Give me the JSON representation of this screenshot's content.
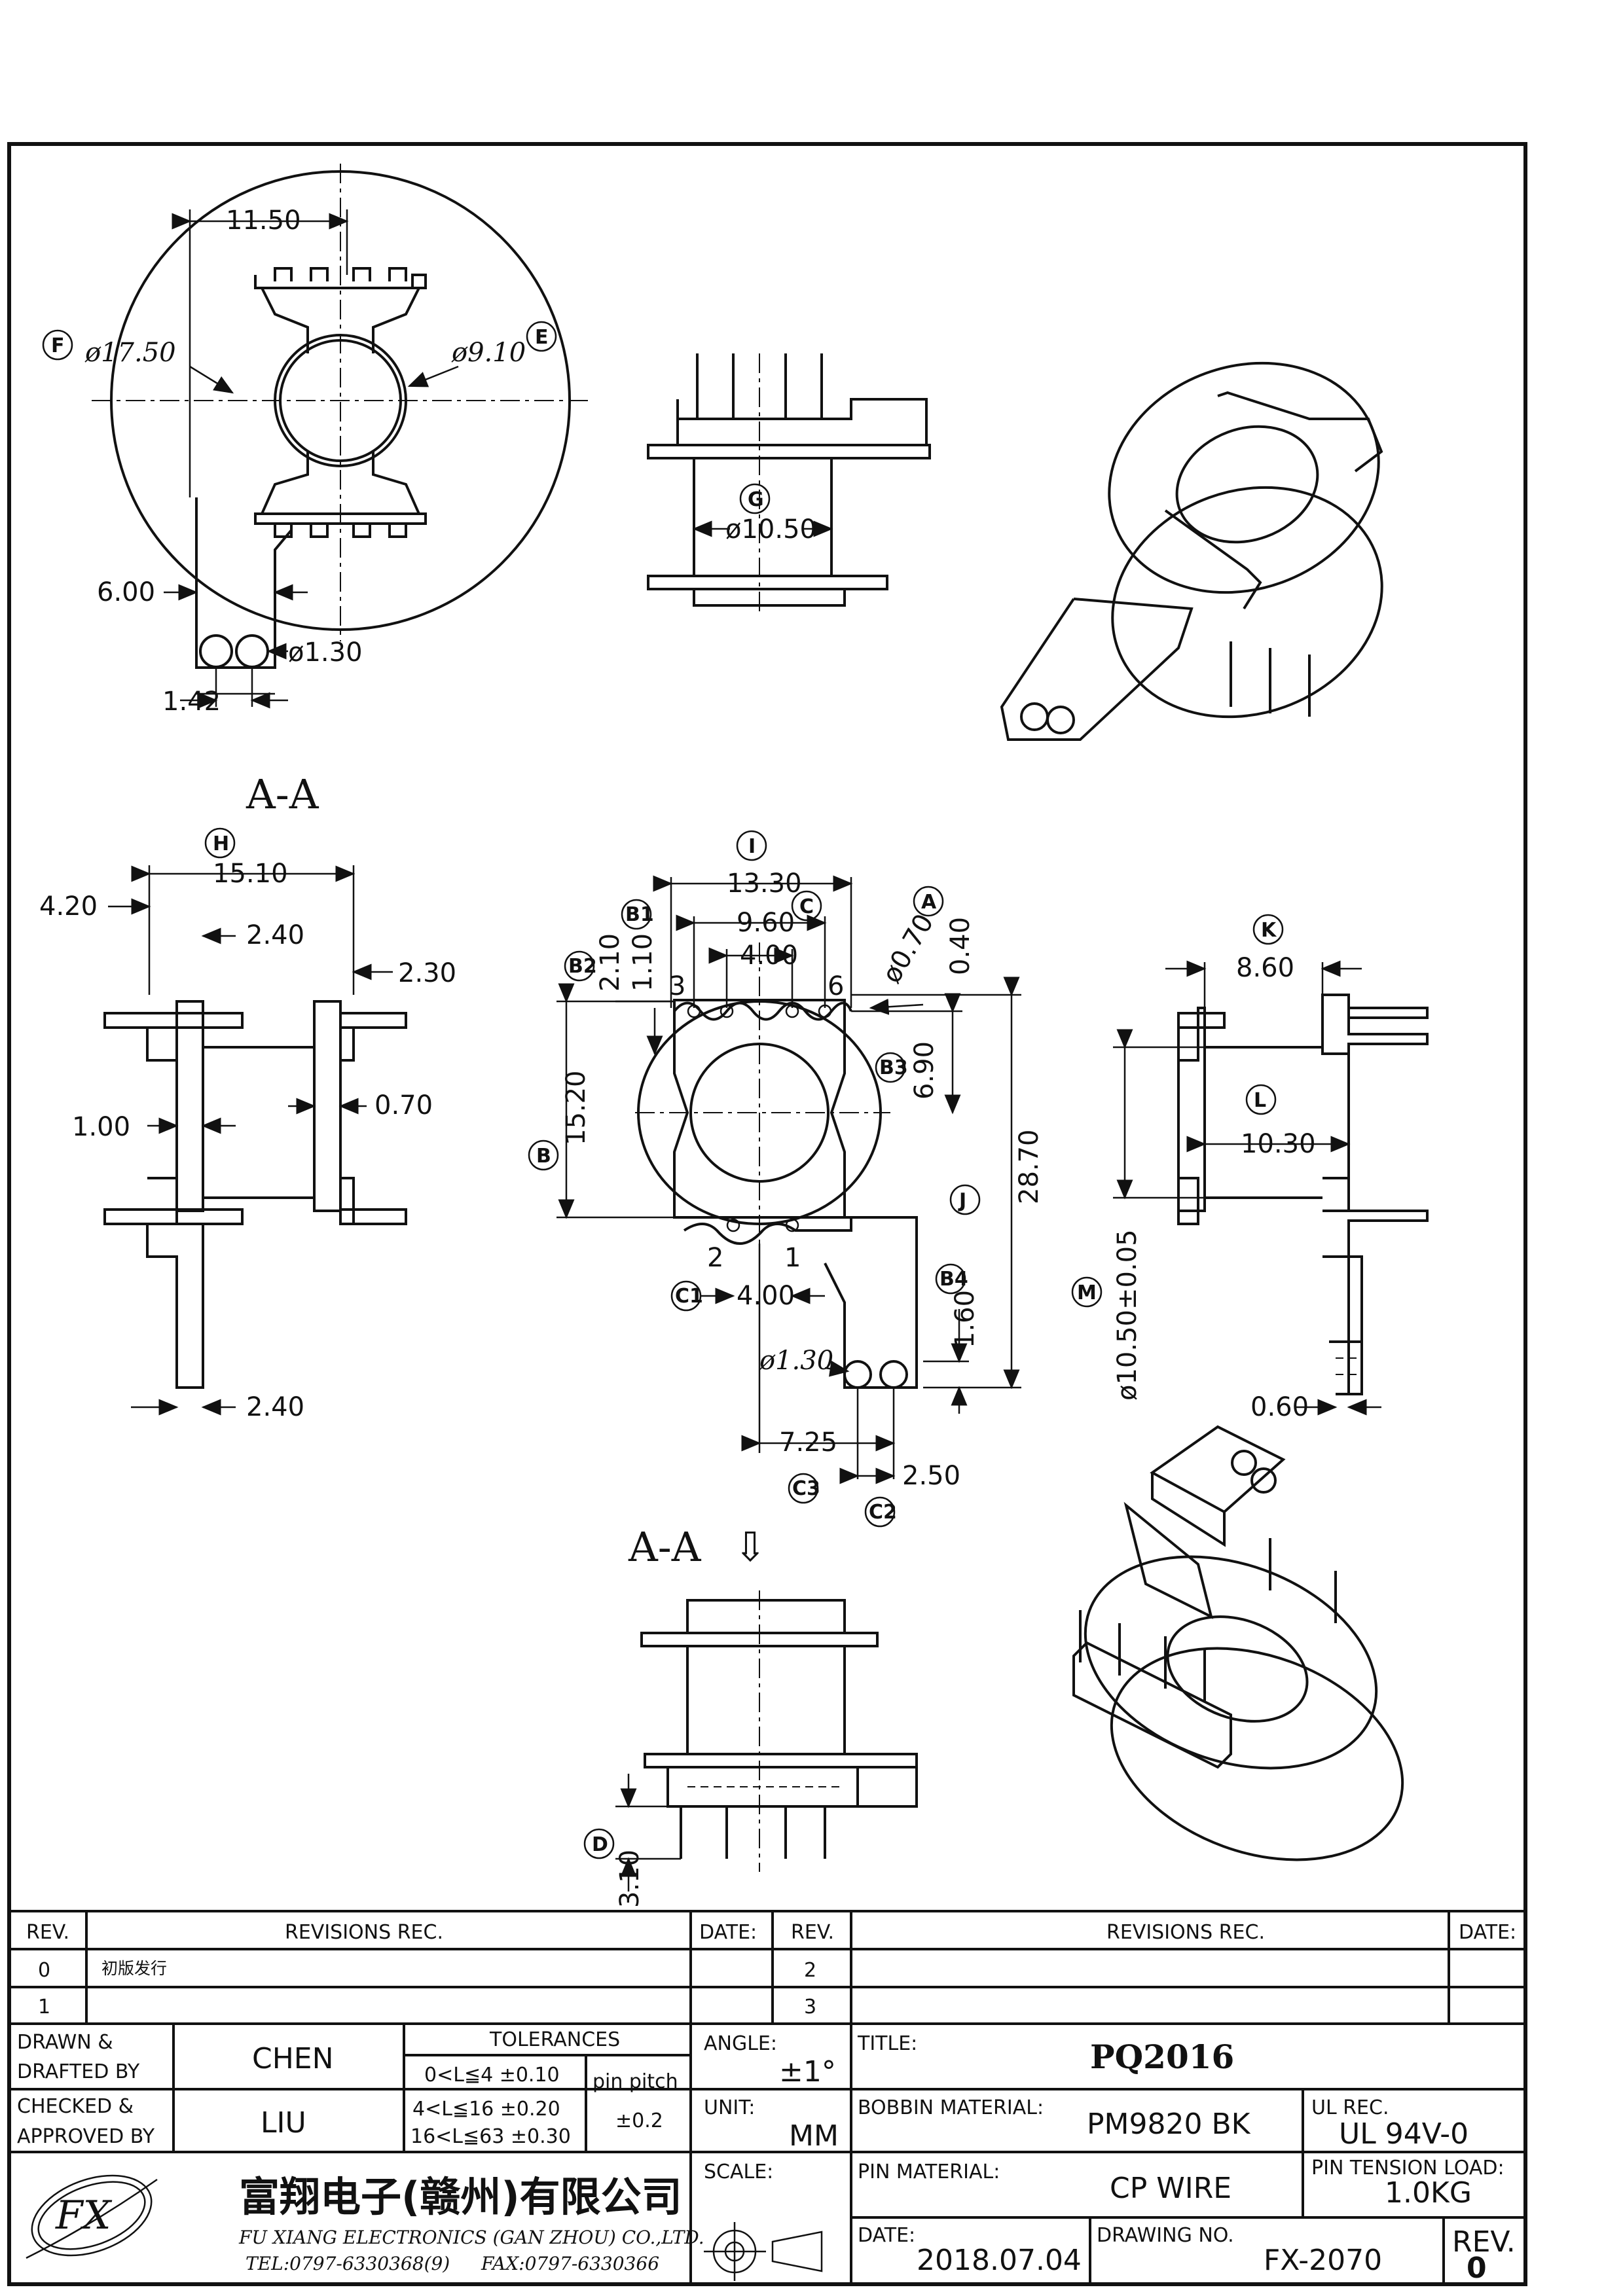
{
  "views": {
    "top": {
      "dim_width": "11.50",
      "dim_outer_dia": "ø17.50",
      "dim_inner_dia": "ø9.10",
      "dim_tab": "6.00",
      "dim_pin_dia": "ø1.30",
      "dim_pin_offset": "1.42",
      "label_F": "F",
      "label_E": "E"
    },
    "side": {
      "dim_core_dia": "ø10.50",
      "label_G": "G"
    },
    "section_title": "A-A",
    "section": {
      "label_H": "H",
      "dim_total": "15.10",
      "dim_4_20": "4.20",
      "dim_2_40_top": "2.40",
      "dim_2_30": "2.30",
      "dim_1_00": "1.00",
      "dim_0_70": "0.70",
      "dim_2_40_bottom": "2.40"
    },
    "front": {
      "label_I": "I",
      "label_A": "A",
      "label_C": "C",
      "label_B1": "B1",
      "label_B2": "B2",
      "label_B3": "B3",
      "label_B": "B",
      "label_J": "J",
      "label_B4": "B4",
      "label_C1": "C1",
      "label_C2": "C2",
      "label_C3": "C3",
      "dim_13_30": "13.30",
      "dim_9_60": "9.60",
      "dim_4_00_top": "4.00",
      "dim_pin_dia": "ø0.70",
      "dim_0_40": "0.40",
      "dim_2_10": "2.10",
      "dim_1_10": "1.10",
      "dim_6_90": "6.90",
      "dim_15_20": "15.20",
      "dim_28_70": "28.70",
      "dim_4_00_bottom": "4.00",
      "dim_1_60": "1.60",
      "dim_hole_dia": "ø1.30",
      "dim_7_25": "7.25",
      "dim_2_50": "2.50",
      "pin_3": "3",
      "pin_6": "6",
      "pin_2": "2",
      "pin_1": "1"
    },
    "right": {
      "label_K": "K",
      "label_L": "L",
      "label_M": "M",
      "dim_8_60": "8.60",
      "dim_10_30": "10.30",
      "dim_core": "ø10.50±0.05",
      "dim_0_60": "0.60"
    },
    "lower": {
      "section_marker": "A-A",
      "arrow": "⇩",
      "label_D": "D",
      "dim_3_10": "3.10"
    }
  },
  "title_block": {
    "rev_header": "REV.",
    "revisions_header": "REVISIONS  REC.",
    "date_header": "DATE:",
    "rev_header_2": "REV.",
    "revisions_header_2": "REVISIONS  REC.",
    "date_header_2": "DATE:",
    "rev0": "0",
    "rev0_text": "初版发行",
    "rev1": "1",
    "rev2": "2",
    "rev3": "3",
    "drawn_label_1": "DRAWN &",
    "drawn_label_2": "DRAFTED BY",
    "drawn_value": "CHEN",
    "checked_label_1": "CHECKED &",
    "checked_label_2": "APPROVED BY",
    "checked_value": "LIU",
    "tolerances_header": "TOLERANCES",
    "tol_1": "0<L≦4   ±0.10",
    "tol_2": "4<L≦16  ±0.20",
    "tol_3": "16<L≦63  ±0.30",
    "pin_pitch_label": "pin pitch",
    "pin_pitch_value": "±0.2",
    "angle_label": "ANGLE:",
    "angle_value": "±1°",
    "unit_label": "UNIT:",
    "unit_value": "MM",
    "scale_label": "SCALE:",
    "title_label": "TITLE:",
    "title_value": "PQ2016",
    "bobbin_label": "BOBBIN MATERIAL:",
    "bobbin_value": "PM9820 BK",
    "ul_label": "UL REC.",
    "ul_value": "UL 94V-0",
    "pin_material_label": "PIN MATERIAL:",
    "pin_material_value": "CP WIRE",
    "pin_tension_label": "PIN TENSION LOAD:",
    "pin_tension_value": "1.0KG",
    "date_label": "DATE:",
    "date_value": "2018.07.04",
    "drawing_no_label": "DRAWING NO.",
    "drawing_no_value": "FX-2070",
    "rev_label": "REV.",
    "rev_value": "0",
    "company_cn": "富翔电子(赣州)有限公司",
    "company_en": "FU XIANG ELECTRONICS (GAN ZHOU) CO.,LTD.",
    "tel": "TEL:0797-6330368(9)",
    "fax": "FAX:0797-6330366",
    "logo_text": "FX"
  }
}
